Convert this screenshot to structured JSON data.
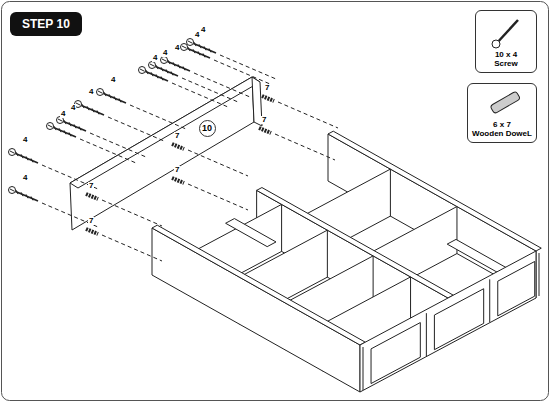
{
  "diagram": {
    "title": "STEP 10",
    "nodes": [
      {
        "text": [
          "10 x 4",
          "Screw"
        ]
      },
      {
        "text": [
          "6 x 7",
          "Wooden DoweL"
        ]
      },
      {
        "text": [
          "10"
        ]
      }
    ],
    "labels": [
      "4",
      "4",
      "4",
      "4",
      "4",
      "4",
      "4",
      "4",
      "4",
      "4",
      "4",
      "7",
      "7",
      "7",
      "7",
      "7",
      "7"
    ]
  }
}
